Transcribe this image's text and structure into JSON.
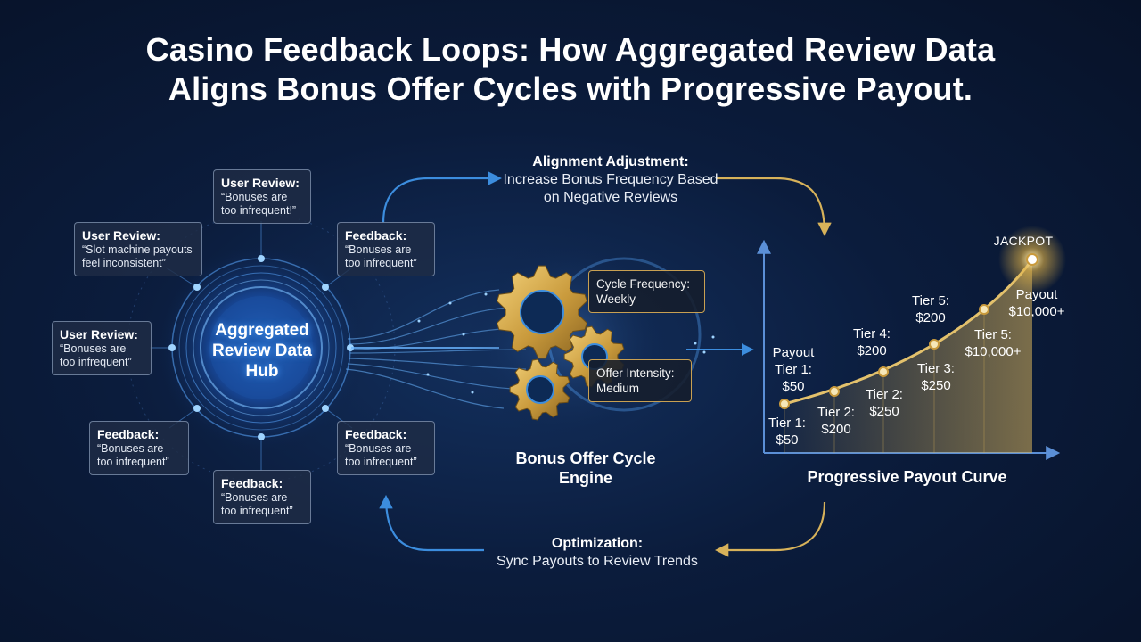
{
  "title": {
    "line1": "Casino Feedback Loops: How Aggregated Review Data",
    "line2": "Aligns Bonus Offer Cycles with Progressive Payout."
  },
  "hub": {
    "label": "Aggregated Review Data Hub"
  },
  "reviews": [
    {
      "heading": "User Review:",
      "body": "“Bonuses are too infrequent!”"
    },
    {
      "heading": "Feedback:",
      "body": "“Bonuses are too infrequent”"
    },
    {
      "heading": "User Review:",
      "body": "“Slot machine payouts feel inconsistent”"
    },
    {
      "heading": "User Review:",
      "body": "“Bonuses are too infrequent”"
    },
    {
      "heading": "Feedback:",
      "body": "“Bonuses are too infrequent”"
    },
    {
      "heading": "Feedback:",
      "body": "“Bonuses are too infrequent”"
    },
    {
      "heading": "Feedback:",
      "body": "“Bonuses are too infrequent”"
    }
  ],
  "alignment": {
    "heading": "Alignment Adjustment:",
    "body": "Increase Bonus Frequency Based on Negative Reviews"
  },
  "engine": {
    "label": "Bonus Offer Cycle Engine",
    "frequency": "Cycle Frequency: Weekly",
    "intensity": "Offer Intensity: Medium"
  },
  "optimization": {
    "heading": "Optimization:",
    "body": "Sync Payouts to Review Trends"
  },
  "curve": {
    "title": "Progressive Payout Curve",
    "jackpot": "JACKPOT",
    "labels": {
      "payout_tier1": "Payout Tier 1: $50",
      "tier1": "Tier 1: $50",
      "tier2_low": "Tier 2: $200",
      "tier2": "Tier 2: $250",
      "tier4": "Tier 4: $200",
      "tier3": "Tier 3: $250",
      "tier5_top": "Tier 5: $200",
      "tier5": "Tier 5: $10,000+",
      "payout_top": "Payout $10,000+"
    }
  },
  "colors": {
    "accent_blue": "#3c8dde",
    "accent_gold": "#d7b25a",
    "background": "#0b1c3c"
  }
}
